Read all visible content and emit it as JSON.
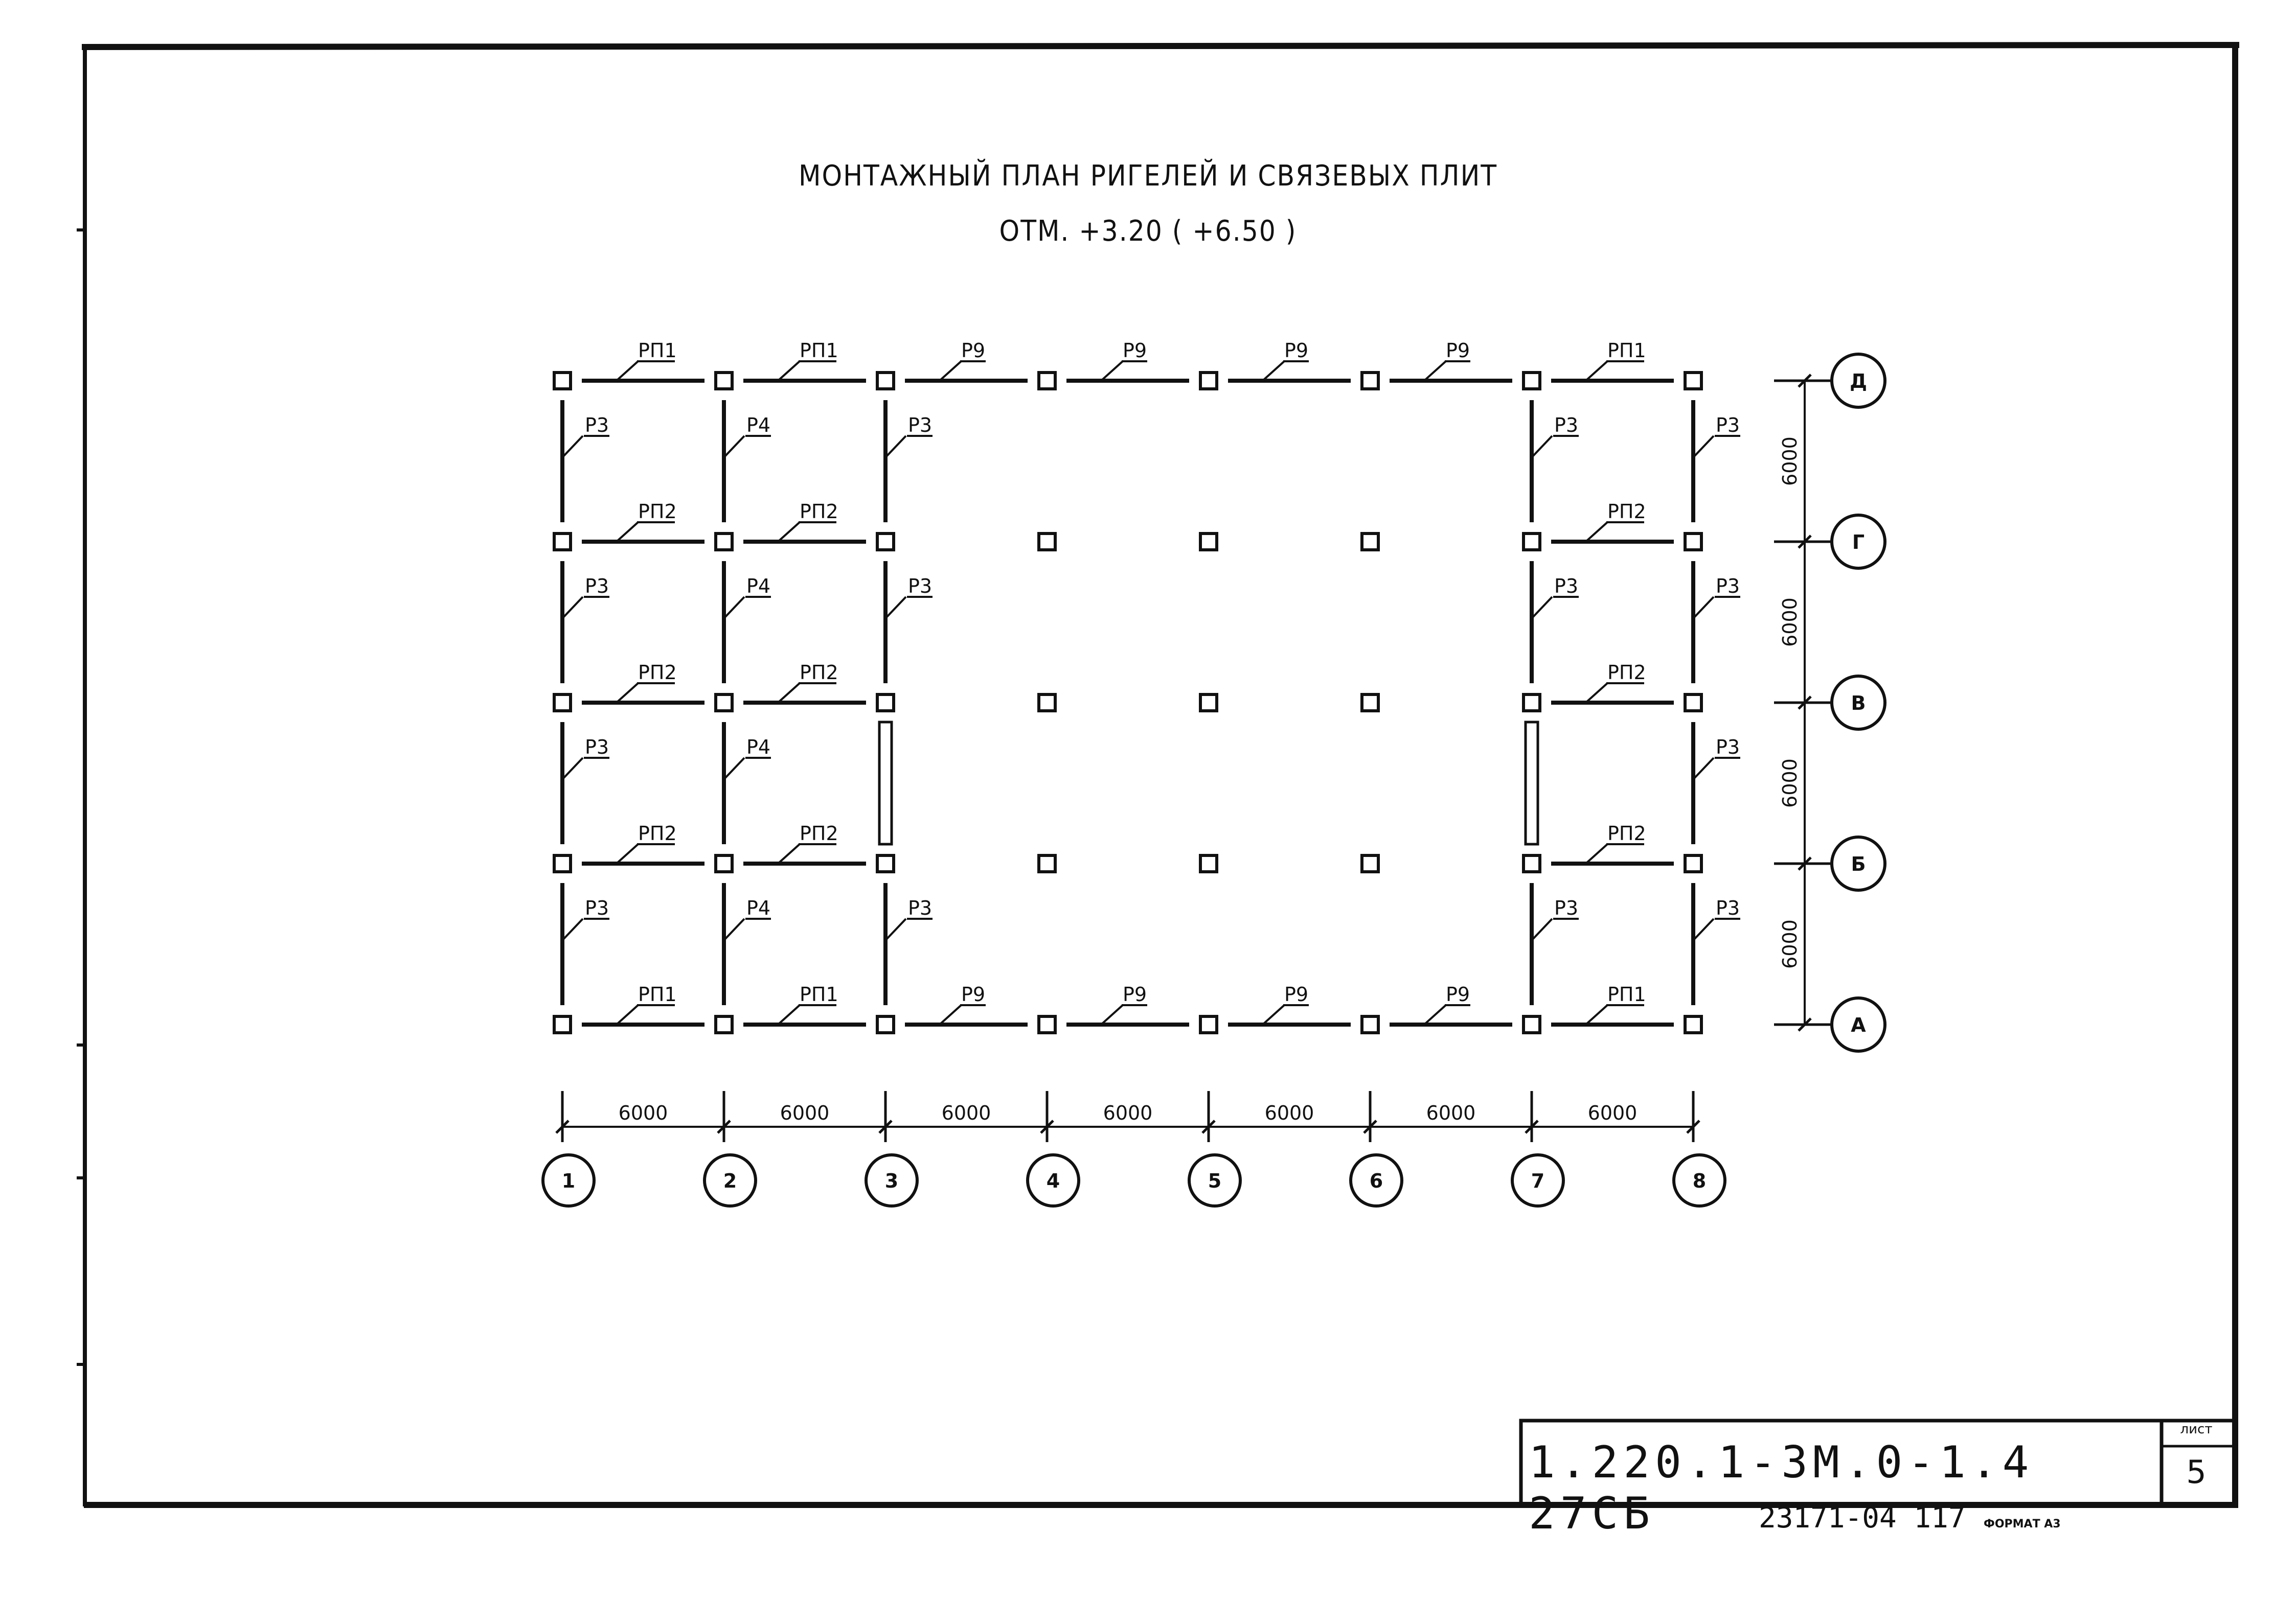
{
  "drawing": {
    "title": "МОНТАЖНЫЙ ПЛАН РИГЕЛЕЙ И СВЯЗЕВЫХ ПЛИТ",
    "subtitle": "ОТМ. +3.20 ( +6.50 )"
  },
  "grid": {
    "columns": [
      "1",
      "2",
      "3",
      "4",
      "5",
      "6",
      "7",
      "8"
    ],
    "rows": [
      "Д",
      "Г",
      "В",
      "Б",
      "А"
    ],
    "column_spacing": [
      "6000",
      "6000",
      "6000",
      "6000",
      "6000",
      "6000",
      "6000"
    ],
    "row_spacing": [
      "6000",
      "6000",
      "6000",
      "6000"
    ]
  },
  "members": {
    "row_Д": [
      "РП1",
      "РП1",
      "Р9",
      "Р9",
      "Р9",
      "Р9",
      "РП1"
    ],
    "row_Г": [
      "РП2",
      "РП2",
      "",
      "",
      "",
      "",
      "РП2"
    ],
    "row_В": [
      "РП2",
      "РП2",
      "",
      "",
      "",
      "",
      "РП2"
    ],
    "row_Б": [
      "РП2",
      "РП2",
      "",
      "",
      "",
      "",
      "РП2"
    ],
    "row_А": [
      "РП1",
      "РП1",
      "Р9",
      "Р9",
      "Р9",
      "Р9",
      "РП1"
    ],
    "col_1": [
      "Р3",
      "Р3",
      "Р3",
      "Р3"
    ],
    "col_2": [
      "Р4",
      "Р4",
      "Р4",
      "Р4"
    ],
    "col_3": [
      "Р3",
      "Р3",
      "",
      "Р3"
    ],
    "col_7": [
      "Р3",
      "Р3",
      "",
      "Р3"
    ],
    "col_8": [
      "Р3",
      "Р3",
      "Р3",
      "Р3"
    ]
  },
  "stamp": {
    "code": "1.220.1-3М.0-1.4 27СБ",
    "sheet_label": "лист",
    "sheet_number": "5"
  },
  "archive_number": "23171-04 117",
  "format": "ФОРМАТ А3"
}
